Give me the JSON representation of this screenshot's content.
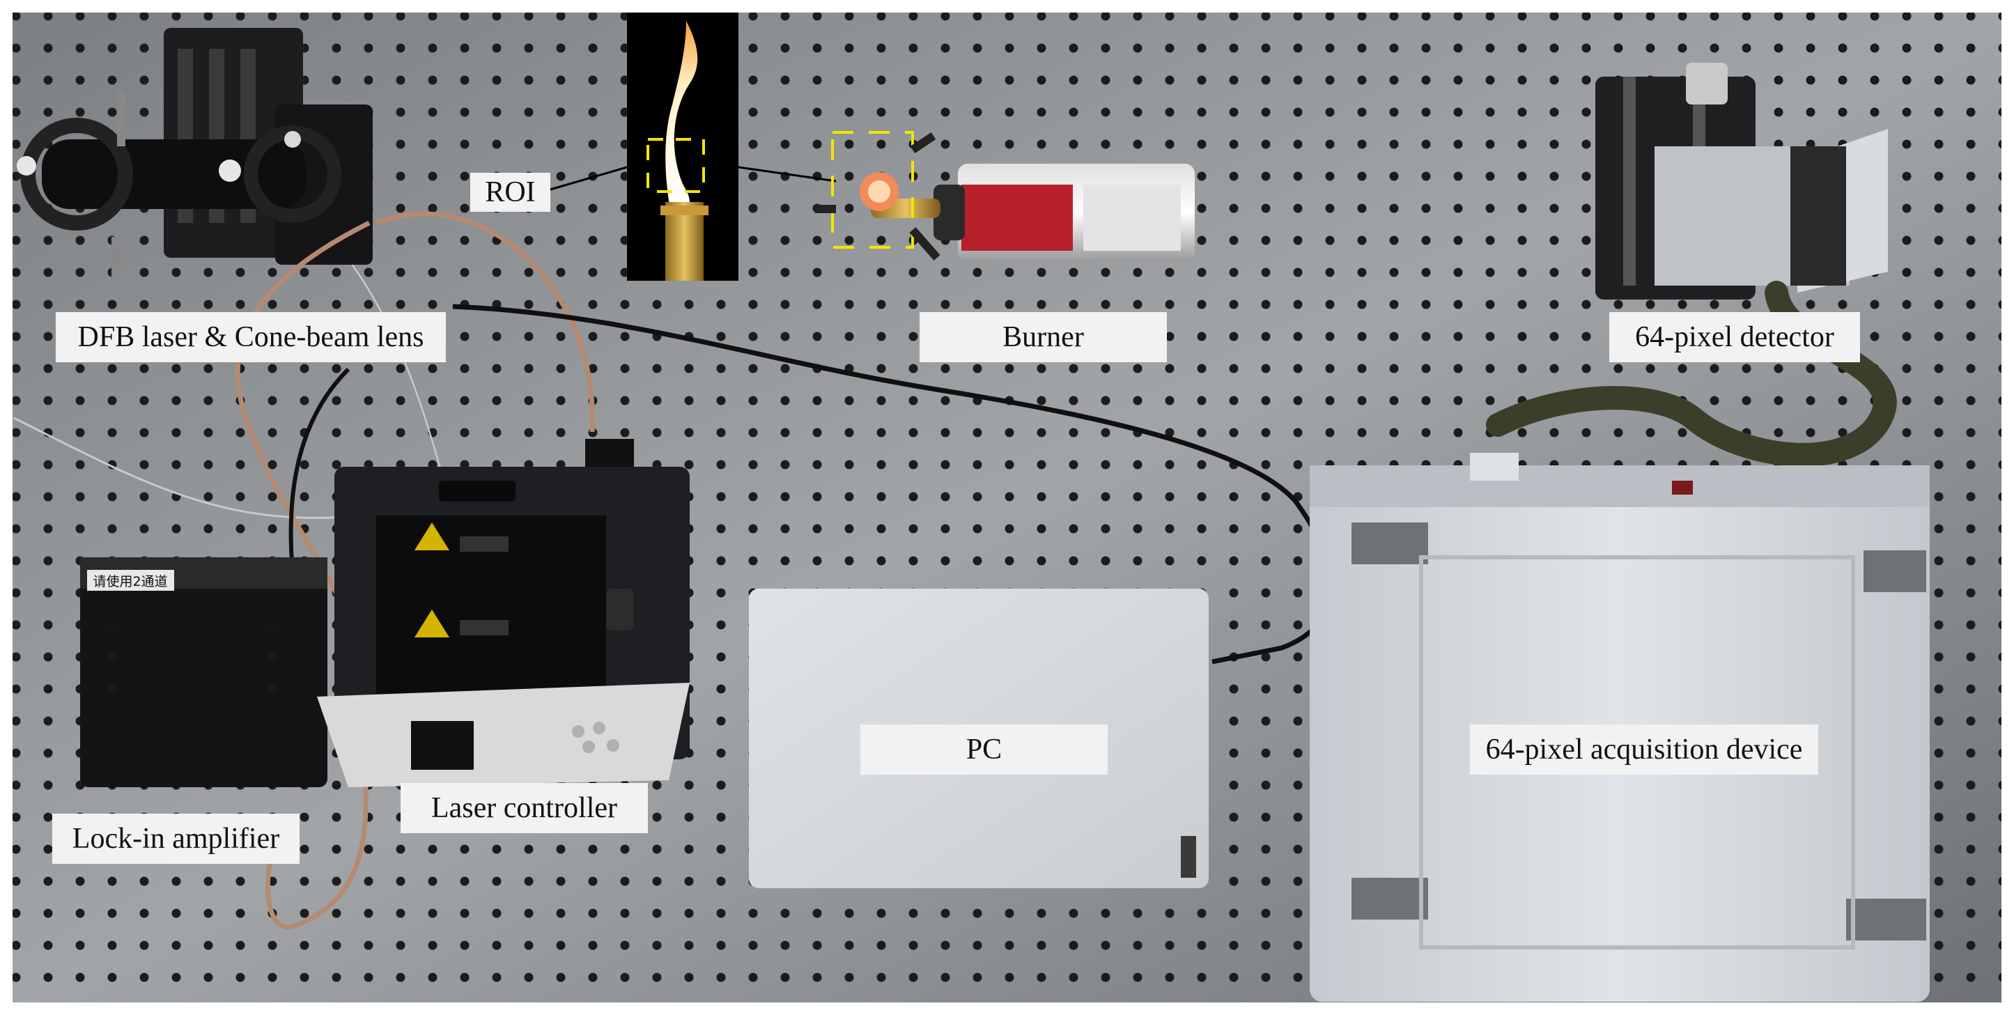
{
  "labels": {
    "roi": "ROI",
    "dfb_laser": "DFB laser & Cone-beam lens",
    "burner": "Burner",
    "detector": "64-pixel detector",
    "pc": "PC",
    "acquisition": "64-pixel acquisition device",
    "lock_in": "Lock-in amplifier",
    "laser_controller": "Laser controller"
  },
  "device_text": {
    "lock_in_sticker": "请使用2通道"
  },
  "colors": {
    "table": "#8a8c8f",
    "hole": "#1a1a1a",
    "label_bg": "#f2f2f2",
    "roi_box": "#f2e600"
  }
}
